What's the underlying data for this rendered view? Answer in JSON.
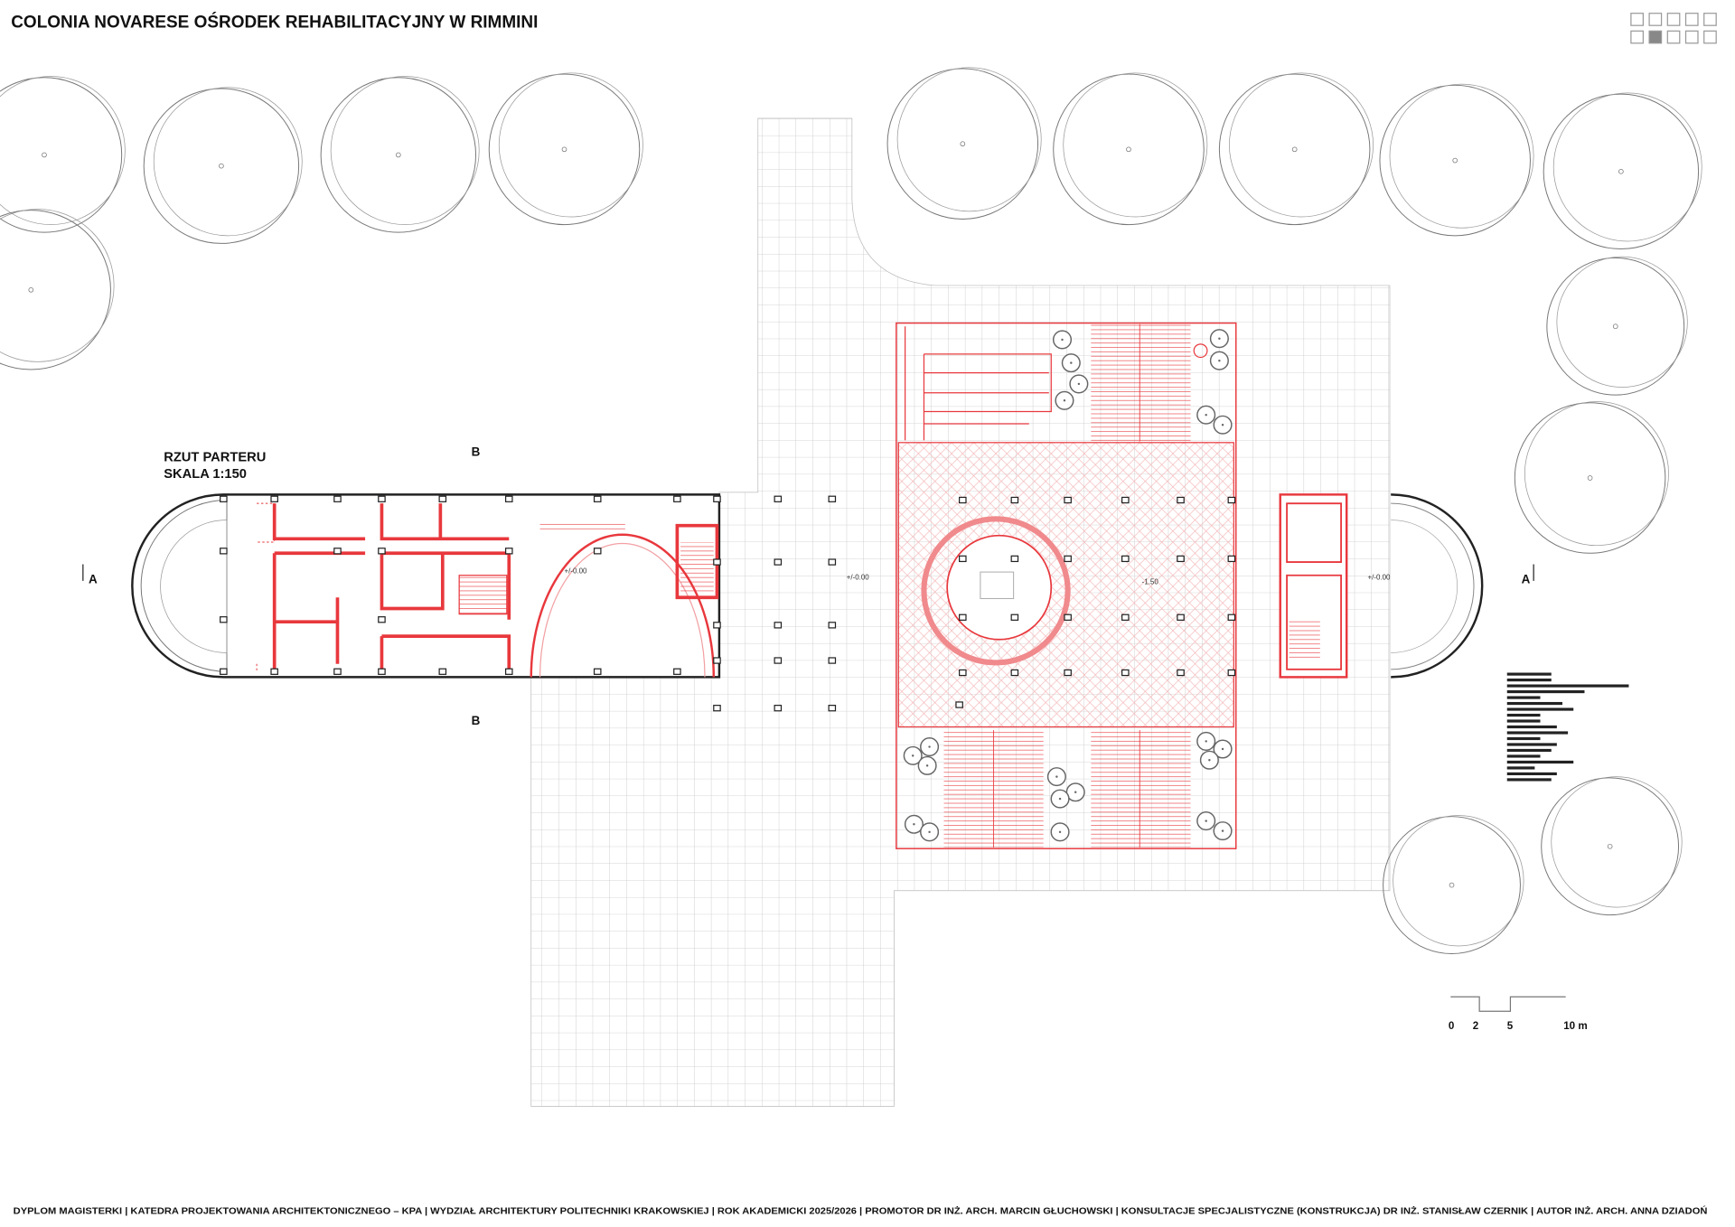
{
  "header": {
    "title": "COLONIA NOVARESE OŚRODEK REHABILITACYJNY W RIMMINI",
    "page_indicator": {
      "total": 10,
      "current": 7
    }
  },
  "plan": {
    "title": "RZUT PARTERU",
    "scale": "SKALA 1:150",
    "section_markers": {
      "a": "A",
      "b": "B"
    },
    "levels": {
      "entry": "+/-0.00",
      "plaza": "+/-0.00",
      "right_wing": "+/-0.00",
      "courtyard": "-1.50"
    }
  },
  "scale_bar": {
    "labels": [
      "0",
      "2",
      "5",
      "10 m"
    ]
  },
  "footer": {
    "text": "DYPLOM MAGISTERKI | KATEDRA PROJEKTOWANIA ARCHITEKTONICZNEGO – KPA | WYDZIAŁ ARCHITEKTURY POLITECHNIKI KRAKOWSKIEJ | ROK AKADEMICKI 2025/2026 | PROMOTOR DR INŻ. ARCH. MARCIN GŁUCHOWSKI | KONSULTACJE SPECJALISTYCZNE (KONSTRUKCJA) DR INŻ. STANISŁAW CZERNIK | AUTOR INŻ. ARCH. ANNA DZIADOŃ"
  },
  "colors": {
    "red": "#e8383d",
    "line": "#555555",
    "grid": "#c8c8c8"
  }
}
